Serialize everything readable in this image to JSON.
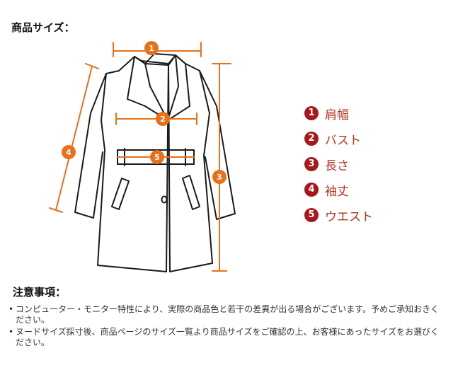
{
  "size_section": {
    "title": "商品サイズ："
  },
  "accent_color": "#e8701a",
  "legend_color": "#a8171a",
  "markers": [
    "1",
    "2",
    "3",
    "4",
    "5"
  ],
  "legend": [
    {
      "num": "1",
      "label": "肩幅"
    },
    {
      "num": "2",
      "label": "バスト"
    },
    {
      "num": "3",
      "label": "長さ"
    },
    {
      "num": "4",
      "label": "袖丈"
    },
    {
      "num": "5",
      "label": "ウエスト"
    }
  ],
  "notes_section": {
    "title": "注意事項：",
    "items": [
      "コンピューター・モニター特性により、実際の商品色と若干の差異が出る場合がございます。予めご承知おきください。",
      "ヌードサイズ採寸後、商品ページのサイズ一覧より商品サイズをご確認の上、お客様にあったサイズをお選びください。"
    ]
  }
}
